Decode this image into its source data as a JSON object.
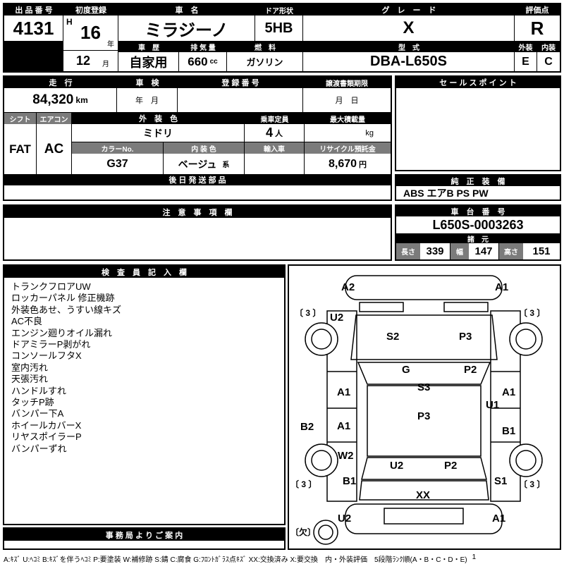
{
  "colors": {
    "header_bg": "#000000",
    "subheader_bg": "#7b7b7b",
    "text": "#000000"
  },
  "header": {
    "auction_no_label": "出 品 番 号",
    "auction_no": "4131",
    "first_reg_label": "初度登録",
    "first_reg_era": "H",
    "first_reg_year": "16",
    "year_unit": "年",
    "first_reg_month": "12",
    "month_unit": "月",
    "car_name_label": "車　名",
    "car_name": "ミラジーノ",
    "door_label": "ドア形状",
    "door": "5HB",
    "grade_label": "グ　レ　ー　ド",
    "grade": "X",
    "score_label": "評価点",
    "score": "R",
    "history_label": "車　歴",
    "history": "自家用",
    "displacement_label": "排 気 量",
    "displacement": "660",
    "displacement_unit": "cc",
    "fuel_label": "燃　料",
    "fuel": "ガソリン",
    "model_label": "型　式",
    "model": "DBA-L650S",
    "exterior_label": "外装",
    "interior_label": "内装",
    "exterior_grade": "E",
    "interior_grade": "C"
  },
  "info": {
    "mileage_label": "走　行",
    "mileage": "84,320",
    "mileage_unit": "km",
    "inspection_label": "車　検",
    "inspection_placeholder": "年　月",
    "registration_label": "登 録 番 号",
    "transfer_label": "譲渡書類期限",
    "transfer_placeholder": "月　日",
    "sales_point_label": "セ ー ル ス ポ イ ン ト",
    "shift_label": "シフト",
    "shift": "FAT",
    "aircon_label": "エアコン",
    "aircon": "AC",
    "ext_color_label": "外　装　色",
    "ext_color": "ミドリ",
    "capacity_label": "乗車定員",
    "capacity": "4",
    "capacity_unit": "人",
    "max_load_label": "最大積載量",
    "max_load_unit": "kg",
    "color_no_label": "カラーNo.",
    "color_no": "G37",
    "int_color_label": "内 装 色",
    "int_color": "ベージュ",
    "int_color_suffix": "系",
    "import_label": "輸入車",
    "recycle_label": "リサイクル預託金",
    "recycle_amount": "8,670",
    "recycle_unit": "円",
    "later_parts_label": "後 日 発 送 部 品",
    "equipment_label": "純　正　装　備",
    "equipment": "ABS エアB PS PW",
    "caution_label": "注　意　事　項　欄",
    "chassis_label": "車　台　番　号",
    "chassis_no": "L650S-0003263",
    "spec_label": "諸　元",
    "length_label": "長さ",
    "length": "339",
    "width_label": "幅",
    "width": "147",
    "height_label": "高さ",
    "height": "151"
  },
  "inspector": {
    "label": "検　査　員　記　入　欄",
    "notes": [
      "トランクフロアUW",
      "ロッカーパネル 修正機跡",
      "外装色あせ、うすい線キズ",
      "AC不良",
      "エンジン廻りオイル漏れ",
      "ドアミラーP剥がれ",
      "コンソールフタX",
      "室内汚れ",
      "天張汚れ",
      "ハンドルすれ",
      "タッチP跡",
      "バンパー下A",
      "ホイールカバーX",
      "リヤスポイラーP",
      "バンパーずれ"
    ]
  },
  "office": {
    "label": "事 務 局 よ り ご 案 内"
  },
  "diagram": {
    "marks": [
      "A2",
      "A1",
      "〔 3 〕",
      "〔 3 〕",
      "U2",
      "S2",
      "P3",
      "G",
      "P2",
      "A1",
      "S3",
      "A1",
      "U1",
      "B2",
      "A1",
      "P3",
      "B1",
      "W2",
      "B1",
      "U2",
      "P2",
      "S1",
      "〔 3 〕",
      "〔 3 〕",
      "XX",
      "U2",
      "A1",
      "〔欠〕"
    ]
  },
  "footer": {
    "legend": "A:ｷｽﾞ U:ﾍｺﾐ B:ｷｽﾞを伴うﾍｺﾐ P:要塗装 W:補修跡 S:錆 C:腐食 G:ﾌﾛﾝﾄｶﾞﾗｽ点ｷｽﾞ XX:交換済み X:要交換　内・外装評価　5段階ﾗﾝｸ順(A・B・C・D・E)",
    "page": "1"
  }
}
